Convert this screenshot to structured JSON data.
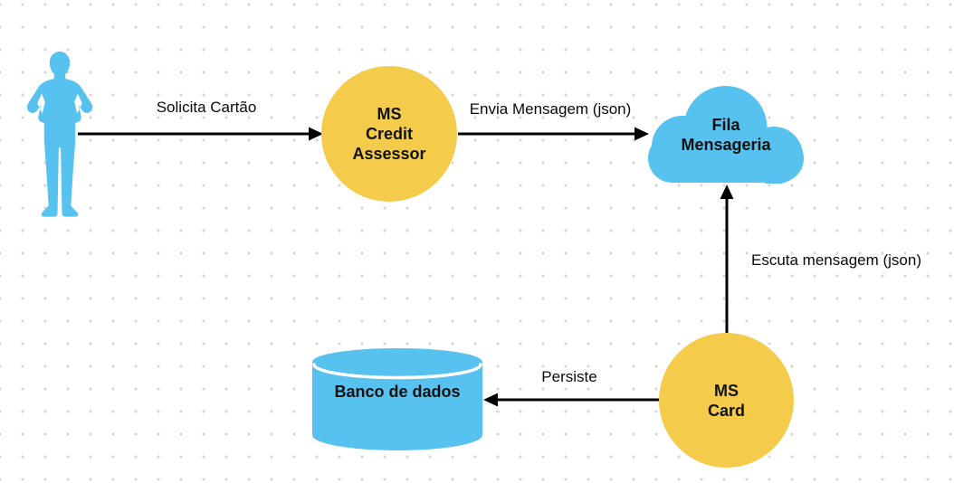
{
  "colors": {
    "shape_blue": "#57C2EF",
    "shape_yellow": "#F4CB4B",
    "arrow_black": "#000000",
    "label_text": "#111111",
    "grid_dot": "#D7D7D7"
  },
  "nodes": {
    "user_actor": {
      "icon": "person-silhouette"
    },
    "ms_credit_assessor": {
      "shape": "circle",
      "label": "MS\nCredit\nAssessor"
    },
    "fila_mensageria": {
      "shape": "cloud",
      "label": "Fila\nMensageria"
    },
    "ms_card": {
      "shape": "circle",
      "label": "MS\nCard"
    },
    "banco_de_dados": {
      "shape": "cylinder",
      "label": "Banco de dados"
    }
  },
  "edges": {
    "solicita_cartao": {
      "label": "Solicita Cartão",
      "from": "user_actor",
      "to": "ms_credit_assessor",
      "arrow_direction": "right"
    },
    "envia_mensagem": {
      "label": "Envia Mensagem (json)",
      "from": "ms_credit_assessor",
      "to": "fila_mensageria",
      "arrow_direction": "right"
    },
    "escuta_mensagem": {
      "label": "Escuta mensagem (json)",
      "from": "ms_card",
      "to": "fila_mensageria",
      "arrow_direction": "up"
    },
    "persiste": {
      "label": "Persiste",
      "from": "ms_card",
      "to": "banco_de_dados",
      "arrow_direction": "left"
    }
  }
}
